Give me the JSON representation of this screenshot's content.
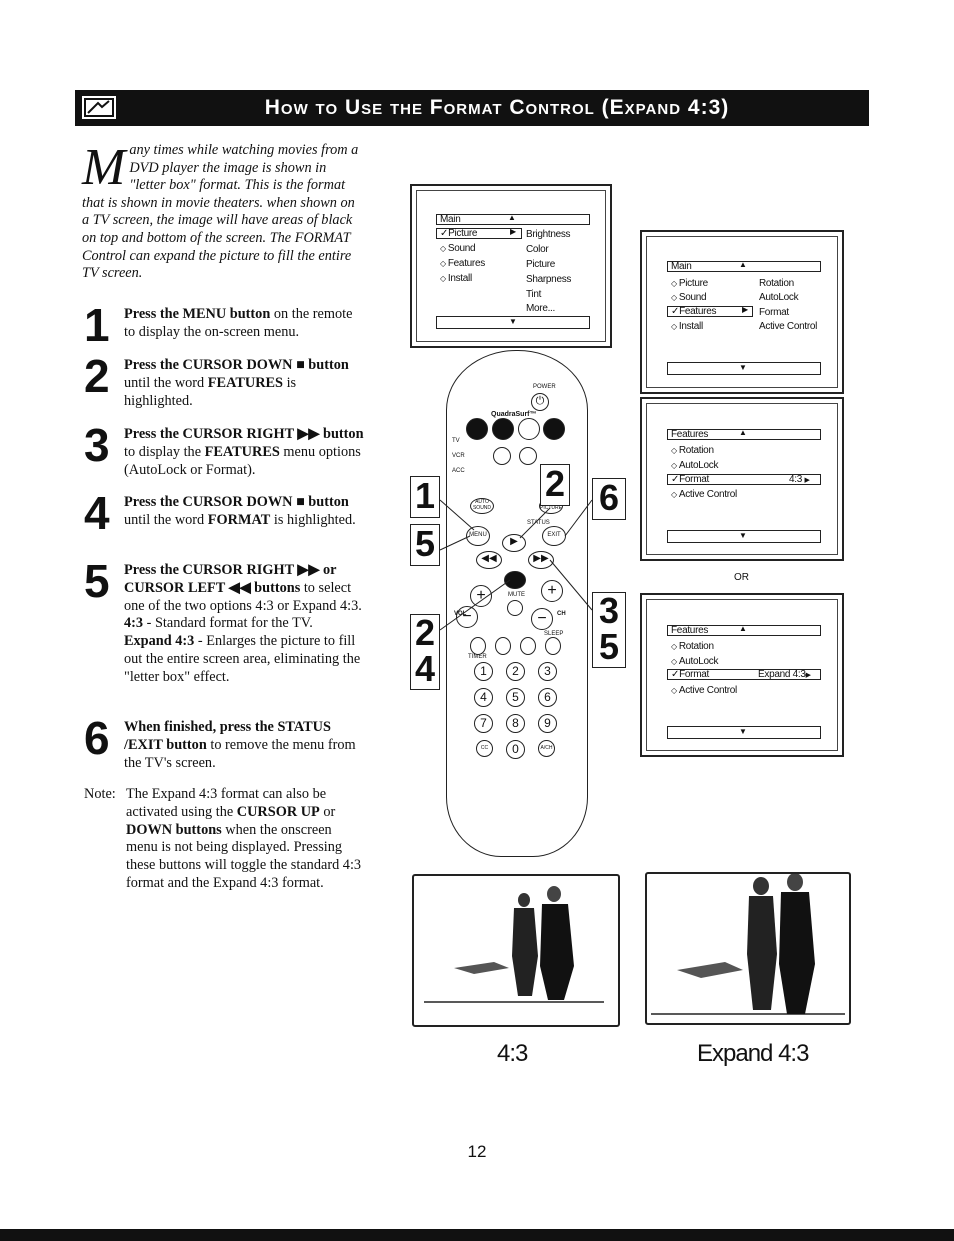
{
  "header": {
    "title": "How to Use the Format Control (Expand 4:3)"
  },
  "intro": {
    "dropcap": "M",
    "text": "any times while watching movies from a DVD player the image is shown in \"letter box\" format. This is the format that is shown in movie theaters. when shown on a TV screen, the image will have areas of black on top and bottom of the screen. The FORMAT Control can expand the picture to fill the entire TV screen."
  },
  "steps": [
    {
      "num": "1",
      "bold": "Press the MENU button",
      "rest": " on the remote to display the on-screen menu."
    },
    {
      "num": "2",
      "bold": "Press the CURSOR DOWN ■ button",
      "rest": " until the word ",
      "bold2": "FEATURES",
      "rest2": " is highlighted."
    },
    {
      "num": "3",
      "bold": "Press the CURSOR RIGHT ▶▶ button",
      "rest": " to display the ",
      "bold2": "FEATURES",
      "rest2": " menu options (AutoLock or Format)."
    },
    {
      "num": "4",
      "bold": "Press the CURSOR DOWN ■ button",
      "rest": " until the word ",
      "bold2": "FORMAT",
      "rest2": " is highlighted."
    },
    {
      "num": "5",
      "bold": "Press the CURSOR RIGHT ▶▶ or CURSOR LEFT ◀◀ buttons",
      "rest": " to select one of the two options 4:3 or Expand 4:3.",
      "line2_bold": "4:3",
      "line2_rest": " - Standard format for the TV.",
      "line3_bold": "Expand 4:3",
      "line3_rest": " - Enlarges the picture to fill out the entire screen area, eliminating the \"letter box\" effect."
    },
    {
      "num": "6",
      "bold": "When finished, press the STATUS /EXIT button",
      "rest": " to remove the menu from the TV's screen."
    }
  ],
  "note": {
    "label": "Note:",
    "t1": "The Expand 4:3 format can also be activated using the ",
    "b1": "CURSOR UP",
    "t2": " or ",
    "b2": "DOWN buttons",
    "t3": " when the onscreen menu is not being displayed. Pressing these buttons will toggle the standard 4:3 format and the Expand 4:3 format."
  },
  "menus": {
    "m1": {
      "title": "Main",
      "items": [
        "Picture",
        "Sound",
        "Features",
        "Install"
      ],
      "sub": [
        "Brightness",
        "Color",
        "Picture",
        "Sharpness",
        "Tint",
        "More..."
      ]
    },
    "m2": {
      "title": "Main",
      "items": [
        "Picture",
        "Sound",
        "Features",
        "Install"
      ],
      "sub": [
        "Rotation",
        "AutoLock",
        "Format",
        "Active Control"
      ]
    },
    "m3": {
      "title": "Features",
      "items": [
        "Rotation",
        "AutoLock",
        "Format",
        "Active Control"
      ],
      "value": "4:3"
    },
    "m4": {
      "title": "Features",
      "items": [
        "Rotation",
        "AutoLock",
        "Format",
        "Active Control"
      ],
      "value": "Expand 4:3"
    },
    "or": "OR"
  },
  "remote": {
    "power": "POWER",
    "brand": "QuadraSurf™",
    "tv": "TV",
    "vcr": "VCR",
    "acc": "ACC",
    "auto_sound": "AUTO SOUND",
    "auto_picture": "AUTO PICTURE",
    "menu": "MENU",
    "status": "STATUS",
    "exit": "EXIT",
    "mute": "MUTE",
    "vol": "VOL",
    "ch": "CH",
    "sleep": "SLEEP",
    "timer": "TIMER",
    "digits": [
      "1",
      "2",
      "3",
      "4",
      "5",
      "6",
      "7",
      "8",
      "9",
      "CC",
      "0",
      "A/CH"
    ],
    "callouts": [
      "1",
      "5",
      "2",
      "4",
      "2",
      "6",
      "3",
      "5"
    ]
  },
  "pictures": {
    "left_caption": "4:3",
    "right_caption": "Expand 4:3"
  },
  "page_number": "12"
}
